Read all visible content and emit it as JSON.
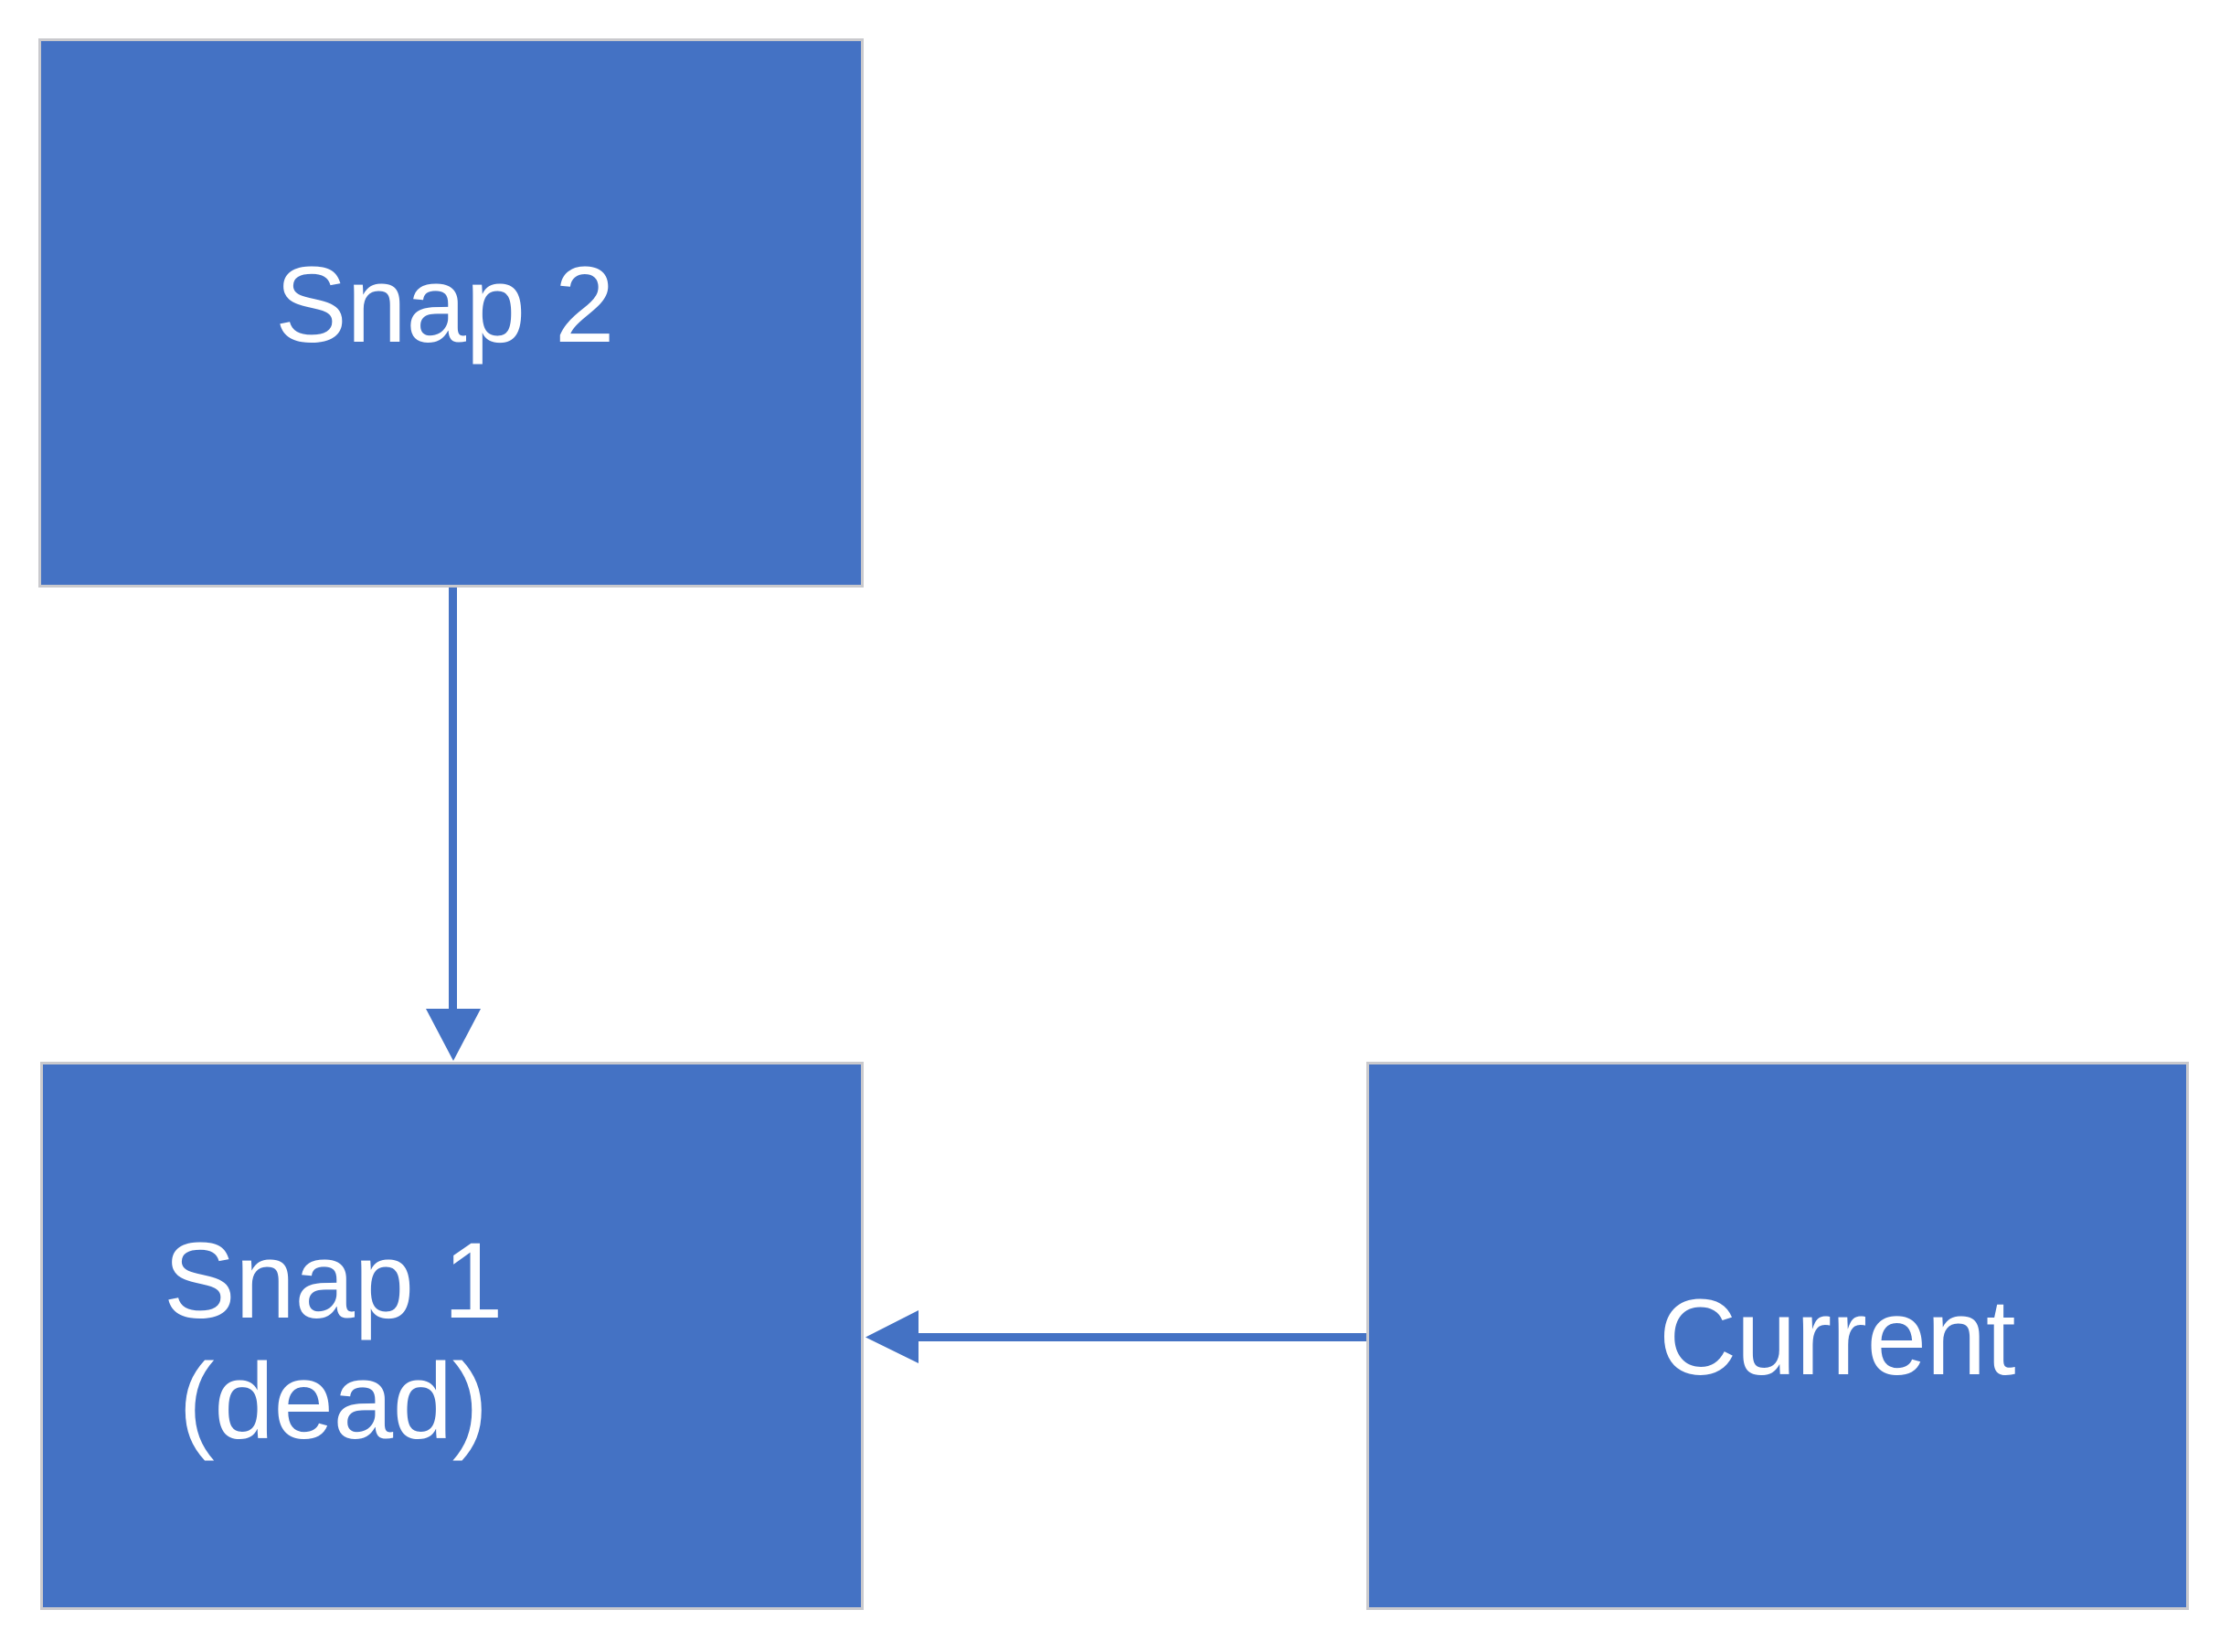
{
  "diagram": {
    "title": "Snapshot chain diagram",
    "background_color": "#ffffff",
    "node_fill_color": "#4472C4",
    "node_border_color": "#c9c9cd",
    "node_text_color": "#ffffff",
    "connector_color": "#4472C4",
    "nodes": [
      {
        "id": "snap2",
        "label": "Snap 2",
        "shape": "rectangle"
      },
      {
        "id": "snap1",
        "label": "Snap 1\n(dead)",
        "shape": "rectangle"
      },
      {
        "id": "current",
        "label": "Current",
        "shape": "rectangle"
      }
    ],
    "edges": [
      {
        "id": "snap2-to-snap1",
        "from": "snap2",
        "to": "snap1",
        "direction": "down",
        "arrowhead": "filled-triangle"
      },
      {
        "id": "current-to-snap1",
        "from": "current",
        "to": "snap1",
        "direction": "left",
        "arrowhead": "filled-triangle"
      }
    ]
  }
}
